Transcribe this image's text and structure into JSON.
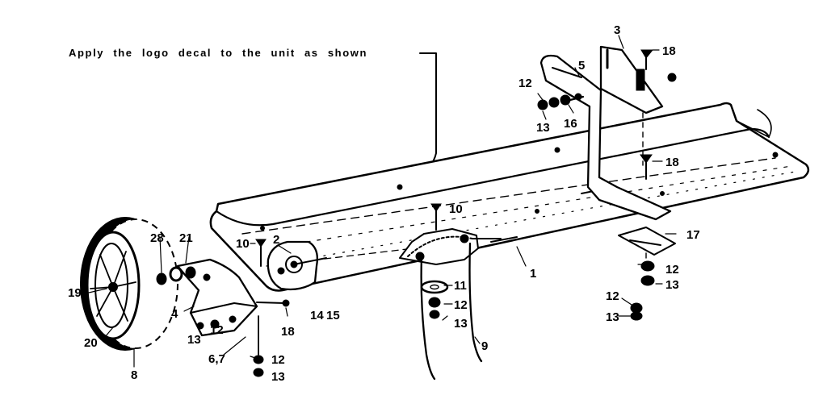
{
  "note": {
    "text": "Apply the logo decal to the unit as shown"
  },
  "callouts": {
    "l1": "1",
    "l2": "2",
    "l3": "3",
    "l4": "4",
    "l5": "5",
    "l67": "6,7",
    "l8": "8",
    "l9": "9",
    "l10a": "10",
    "l10b": "10",
    "l11": "11",
    "l12a": "12",
    "l12b": "12",
    "l12c": "12",
    "l12d": "12",
    "l12e": "12",
    "l12f": "12",
    "l13a": "13",
    "l13b": "13",
    "l13c": "13",
    "l13d": "13",
    "l13e": "13",
    "l13f": "13",
    "l14": "14",
    "l15": "15",
    "l16": "16",
    "l17": "17",
    "l18a": "18",
    "l18b": "18",
    "l18c": "18",
    "l19": "19",
    "l20": "20",
    "l21": "21",
    "l28": "28"
  }
}
